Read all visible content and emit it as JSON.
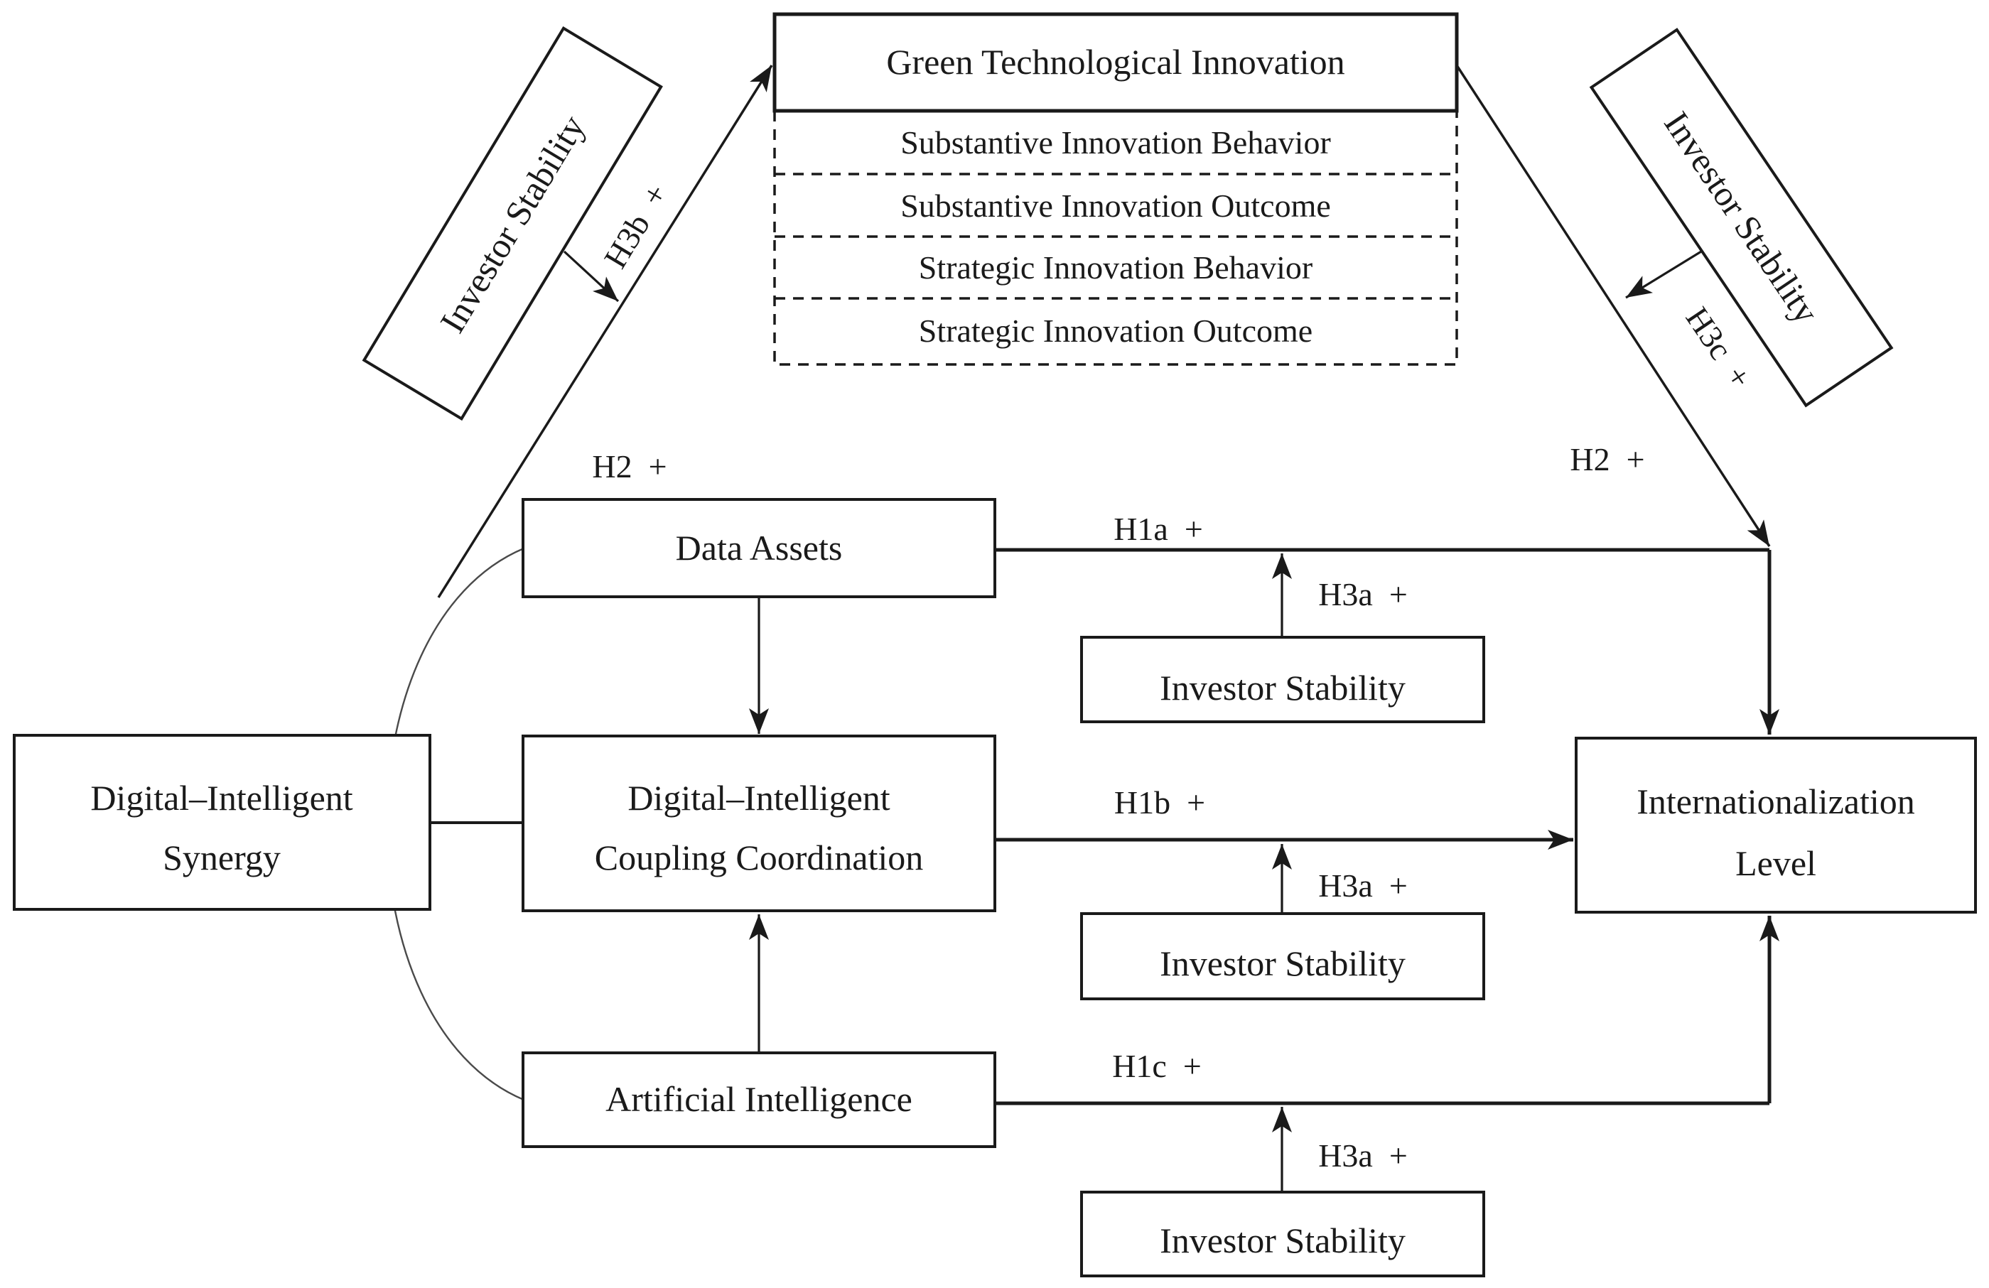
{
  "diagram": {
    "colors": {
      "line": "#1a1a1a",
      "curve": "#4a4a4a",
      "bg": "#ffffff"
    },
    "boxes": {
      "synergy": {
        "line1": "Digital–Intelligent",
        "line2": "Synergy"
      },
      "data_assets": {
        "label": "Data Assets"
      },
      "coupling": {
        "line1": "Digital–Intelligent",
        "line2": "Coupling Coordination"
      },
      "ai": {
        "label": "Artificial Intelligence"
      },
      "internationalization": {
        "line1": "Internationalization",
        "line2": "Level"
      },
      "green": {
        "title": "Green Technological Innovation",
        "sub_items": [
          "Substantive Innovation Behavior",
          "Substantive Innovation Outcome",
          "Strategic Innovation Behavior",
          "Strategic Innovation Outcome"
        ]
      },
      "rotated": {
        "left": "Investor Stability",
        "right": "Investor Stability"
      },
      "moderators": [
        {
          "label": "Investor Stability"
        },
        {
          "label": "Investor Stability"
        },
        {
          "label": "Investor Stability"
        }
      ]
    },
    "labels": {
      "h2_left": "H2 +",
      "h2_right": "H2 +",
      "h3b": "H3b +",
      "h3c": "H3c +",
      "h1a": "H1a +",
      "h1b": "H1b +",
      "h1c": "H1c +",
      "h3a_1": "H3a +",
      "h3a_2": "H3a +",
      "h3a_3": "H3a +"
    }
  }
}
